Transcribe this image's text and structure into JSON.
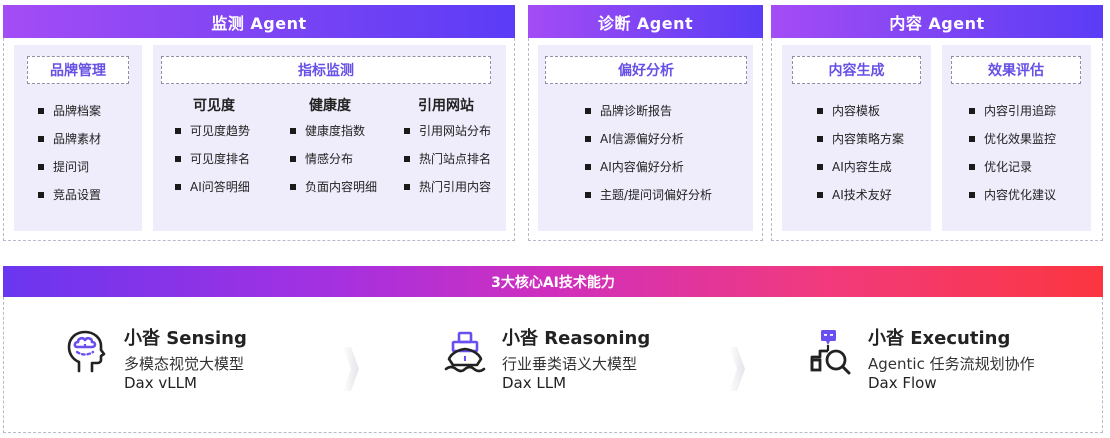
{
  "agents": {
    "monitor": {
      "title": "监测 Agent",
      "brand": {
        "title": "品牌管理",
        "items": [
          "品牌档案",
          "品牌素材",
          "提问词",
          "竞品设置"
        ]
      },
      "indicator": {
        "title": "指标监测",
        "columns": [
          {
            "heading": "可见度",
            "items": [
              "可见度趋势",
              "可见度排名",
              "AI问答明细"
            ]
          },
          {
            "heading": "健康度",
            "items": [
              "健康度指数",
              "情感分布",
              "负面内容明细"
            ]
          },
          {
            "heading": "引用网站",
            "items": [
              "引用网站分布",
              "热门站点排名",
              "热门引用内容"
            ]
          }
        ]
      }
    },
    "diagnosis": {
      "title": "诊断 Agent",
      "preference": {
        "title": "偏好分析",
        "items": [
          "品牌诊断报告",
          "AI信源偏好分析",
          "AI内容偏好分析",
          "主题/提问词偏好分析"
        ]
      }
    },
    "content": {
      "title": "内容 Agent",
      "generation": {
        "title": "内容生成",
        "items": [
          "内容模板",
          "内容策略方案",
          "AI内容生成",
          "AI技术友好"
        ]
      },
      "evaluation": {
        "title": "效果评估",
        "items": [
          "内容引用追踪",
          "优化效果监控",
          "优化记录",
          "内容优化建议"
        ]
      }
    }
  },
  "core": {
    "title": "3大核心AI技术能力",
    "capabilities": [
      {
        "icon": "brain-head-icon",
        "title": "小沓 Sensing",
        "subtitle": "多模态视觉大模型",
        "model": "Dax vLLM"
      },
      {
        "icon": "ship-icon",
        "title": "小沓 Reasoning",
        "subtitle": "行业垂类语义大模型",
        "model": "Dax LLM"
      },
      {
        "icon": "flow-search-icon",
        "title": "小沓 Executing",
        "subtitle": "Agentic 任务流规划协作",
        "model": "Dax Flow"
      }
    ]
  },
  "colors": {
    "agent_header_start": "#a44cf5",
    "agent_header_end": "#5b3cf6",
    "sub_panel_bg": "#efedfb",
    "sub_title_text": "#6650e6",
    "core_header_start": "#6a36f0",
    "core_header_end": "#fb3640",
    "icon_accent": "#6a4ff0"
  }
}
